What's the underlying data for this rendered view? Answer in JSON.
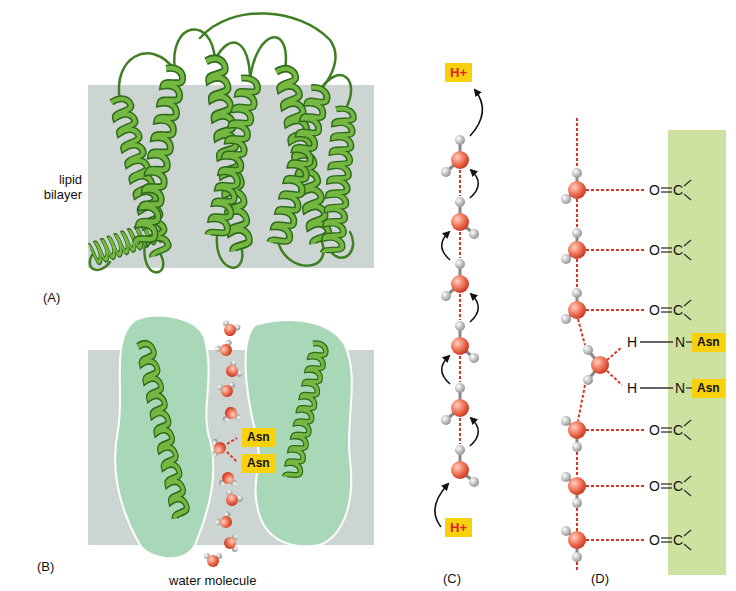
{
  "diagram": {
    "nodes": [
      {
        "text": [
          "Asn"
        ]
      },
      {
        "text": [
          "Asn"
        ]
      },
      {
        "text": [
          "H+"
        ]
      },
      {
        "text": [
          "H+"
        ]
      },
      {
        "text": [
          "Asn"
        ]
      },
      {
        "text": [
          "Asn"
        ]
      }
    ],
    "labels": [
      "lipid bilayer",
      "(A)",
      "(B)",
      "water molecule",
      "(C)",
      "(D)",
      "O",
      "C",
      "O",
      "C",
      "O",
      "C",
      "H",
      "N",
      "H",
      "N",
      "O",
      "C",
      "O",
      "C",
      "O",
      "C"
    ]
  }
}
